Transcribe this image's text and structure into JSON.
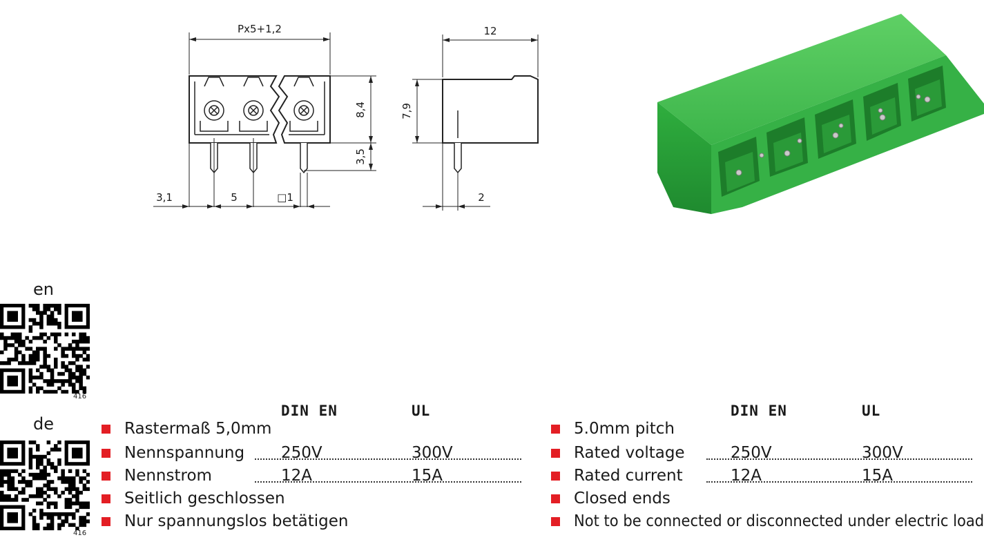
{
  "drawing": {
    "pitch_formula": "Px5+1,2",
    "width_top": "12",
    "height_body": "8,4",
    "height_pin": "3,5",
    "height_side": "7,9",
    "offset_left": "3,1",
    "pitch": "5",
    "pin_square": "□1",
    "pin_offset": "2"
  },
  "qr": [
    {
      "lang": "en",
      "code": "416"
    },
    {
      "lang": "de",
      "code": "416"
    }
  ],
  "product_color": "#3cb44a",
  "bullet_color": "#e31e24",
  "specs_de": {
    "col_din": "DIN EN",
    "col_ul": "UL",
    "rows": [
      {
        "label": "Rastermaß 5,0mm",
        "din": "",
        "ul": ""
      },
      {
        "label": "Nennspannung",
        "din": "250V",
        "ul": "300V"
      },
      {
        "label": "Nennstrom",
        "din": "12A",
        "ul": "15A"
      },
      {
        "label": "Seitlich geschlossen",
        "din": "",
        "ul": ""
      },
      {
        "label": "Nur spannungslos betätigen",
        "din": "",
        "ul": ""
      }
    ]
  },
  "specs_en": {
    "col_din": "DIN EN",
    "col_ul": "UL",
    "rows": [
      {
        "label": "5.0mm pitch",
        "din": "",
        "ul": ""
      },
      {
        "label": "Rated voltage",
        "din": "250V",
        "ul": "300V"
      },
      {
        "label": "Rated current",
        "din": "12A",
        "ul": "15A"
      },
      {
        "label": "Closed ends",
        "din": "",
        "ul": ""
      },
      {
        "label": "Not to be connected or disconnected under electric load",
        "din": "",
        "ul": ""
      }
    ]
  }
}
